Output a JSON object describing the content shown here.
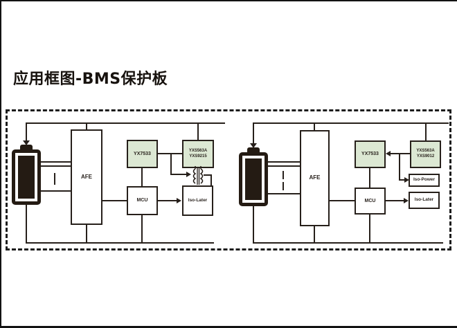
{
  "title": "应用框图-BMS保护板",
  "colors": {
    "line": "#261f1a",
    "chip_fill": "#dce8d3",
    "battery_fill": "#241b13",
    "background": "#ffffff"
  },
  "diagrams": [
    {
      "id": "bms-left",
      "afe_label": "AFE",
      "ldo_label": "YX7533",
      "iso_chip_line1": "YXS563A",
      "iso_chip_line2": "YXS9215",
      "mcu_label": "MCU",
      "iso_later_label": "Iso-Later"
    },
    {
      "id": "bms-right",
      "afe_label": "AFE",
      "ldo_label": "YX7533",
      "iso_chip_line1": "YXS563A",
      "iso_chip_line2": "YXS9012",
      "mcu_label": "MCU",
      "iso_power_label": "Iso-Power",
      "iso_later_label": "Iso-Later"
    }
  ]
}
